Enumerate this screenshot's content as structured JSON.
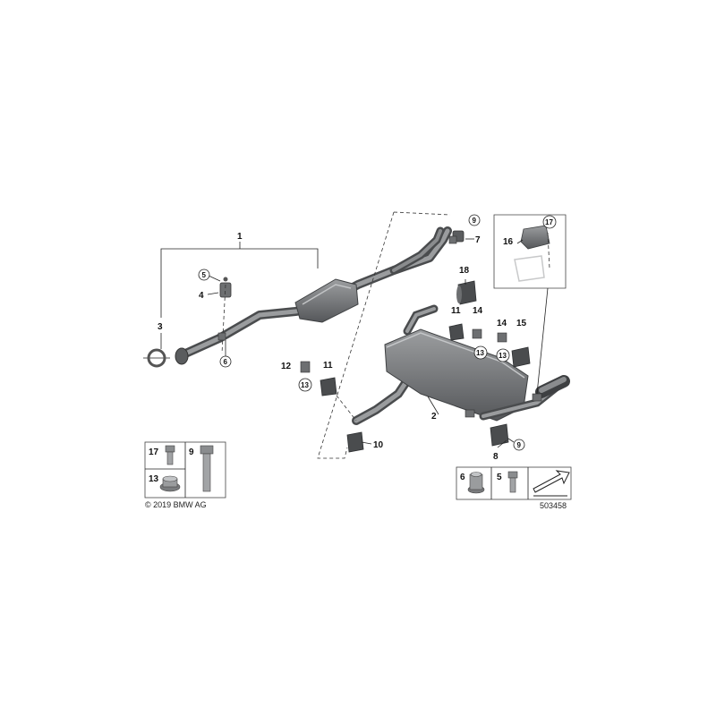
{
  "callouts": {
    "c1": "1",
    "c2": "2",
    "c3": "3",
    "c4": "4",
    "c5": "5",
    "c6": "6",
    "c7": "7",
    "c8": "8",
    "c9a": "9",
    "c9b": "9",
    "c10": "10",
    "c11a": "11",
    "c11b": "11",
    "c12": "12",
    "c13a": "13",
    "c13b": "13",
    "c13c": "13",
    "c14a": "14",
    "c14b": "14",
    "c15": "15",
    "c16": "16",
    "c17": "17",
    "c18": "18"
  },
  "legend_left": {
    "n17": "17",
    "n9": "9",
    "n13": "13"
  },
  "legend_right": {
    "n6": "6",
    "n5": "5"
  },
  "copyright": "© 2019 BMW AG",
  "diagram_id": "503458",
  "colors": {
    "part": "#6f7173",
    "part_light": "#9a9c9e",
    "part_dark": "#4a4c4e",
    "line": "#222222"
  }
}
